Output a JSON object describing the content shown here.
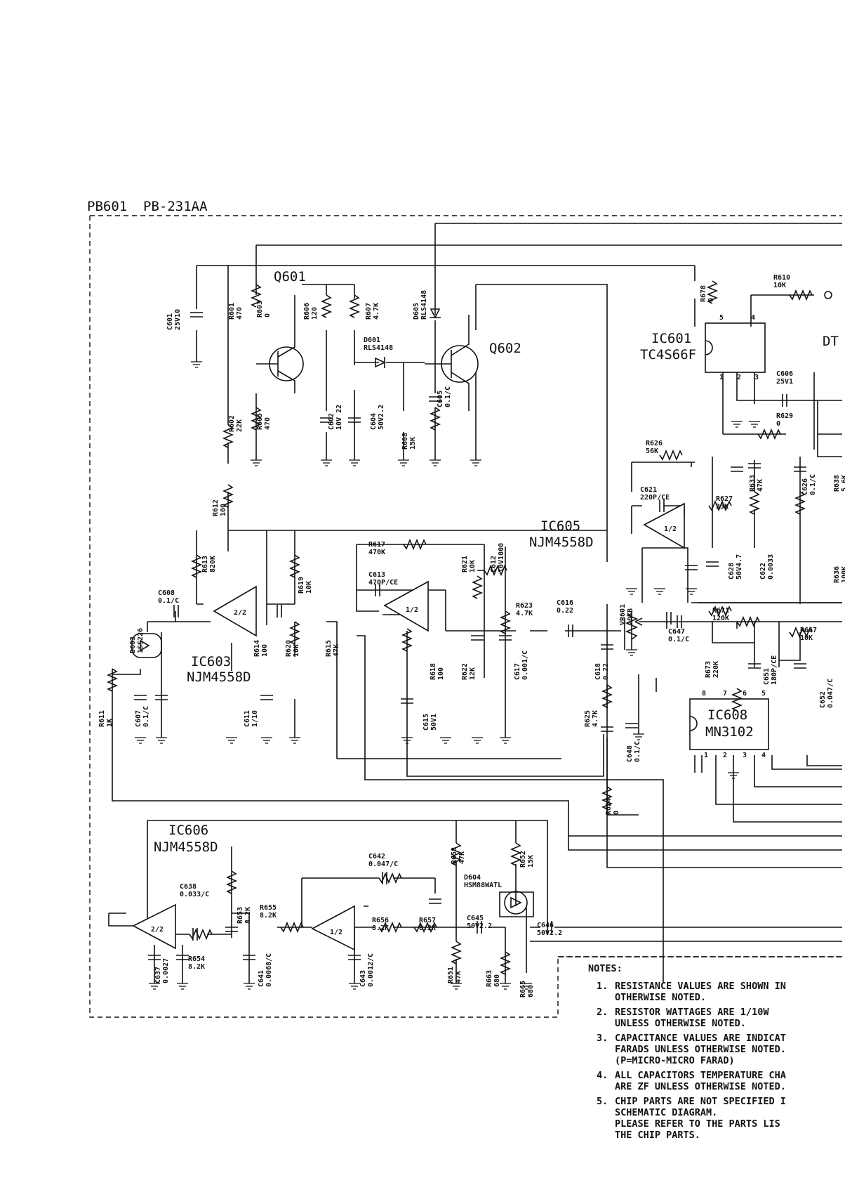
{
  "header": {
    "board": "PB601",
    "part": "PB-231AA"
  },
  "transistors": {
    "q601": "Q601",
    "q602": "Q602"
  },
  "ics": [
    {
      "ref": "IC601",
      "part": "TC4S66F",
      "label": "DT"
    },
    {
      "ref": "IC603",
      "part": "NJM4558D"
    },
    {
      "ref": "IC605",
      "part": "NJM4558D"
    },
    {
      "ref": "IC606",
      "part": "NJM4558D"
    },
    {
      "ref": "IC608",
      "part": "MN3102"
    }
  ],
  "parts": {
    "c601": [
      "C601",
      "25V10"
    ],
    "r601": [
      "R601",
      "470"
    ],
    "r603": [
      "R603",
      "0"
    ],
    "r606": [
      "R606",
      "120"
    ],
    "r607": [
      "R607",
      "4.7K"
    ],
    "d601": [
      "D601",
      "RLS4148"
    ],
    "d605": [
      "D605",
      "RLS4148"
    ],
    "r602": [
      "R602",
      "22K"
    ],
    "r605": [
      "R605",
      "470"
    ],
    "c602": [
      "C602",
      "10V 22"
    ],
    "c604": [
      "C604",
      "50V2.2"
    ],
    "r608": [
      "R608",
      "15K"
    ],
    "c605": [
      "C605",
      "0.1/C"
    ],
    "r612": [
      "R612",
      "100"
    ],
    "r617": [
      "R617",
      "470K"
    ],
    "c613": [
      "C613",
      "470P/CE"
    ],
    "r621": [
      "R621",
      "10K"
    ],
    "c612": [
      "C612",
      "10V1000"
    ],
    "r623": [
      "R623",
      "4.7K"
    ],
    "c616": [
      "C616",
      "0.22"
    ],
    "vr601": [
      "VR601",
      "20KB"
    ],
    "c608": [
      "C608",
      "0.1/C"
    ],
    "d603": [
      "D603",
      "1SS226"
    ],
    "r613": [
      "R613",
      "820K"
    ],
    "r619": [
      "R619",
      "10K"
    ],
    "r614": [
      "R614",
      "100"
    ],
    "r620": [
      "R620",
      "10K"
    ],
    "r615": [
      "R615",
      "47K"
    ],
    "r618": [
      "R618",
      "100"
    ],
    "r622": [
      "R622",
      "12K"
    ],
    "c617": [
      "C617",
      "0.001/C"
    ],
    "c618": [
      "C618",
      "0.22"
    ],
    "c615": [
      "C615",
      "50V1"
    ],
    "r611": [
      "R611",
      "1K"
    ],
    "c607": [
      "C607",
      "0.1/C"
    ],
    "c611": [
      "C611",
      "1/10"
    ],
    "r625": [
      "R625",
      "4.7K"
    ],
    "r624": [
      "R624",
      "0"
    ],
    "c648": [
      "C648",
      "0.1/C"
    ],
    "r678": [
      "R678",
      "0"
    ],
    "r610": [
      "R610",
      "10K"
    ],
    "c606": [
      "C606",
      "25V1"
    ],
    "r629": [
      "R629",
      "0"
    ],
    "r626": [
      "R626",
      "56K"
    ],
    "c621": [
      "C621",
      "220P/CE"
    ],
    "r627": [
      "R627",
      "33K"
    ],
    "r633": [
      "R633",
      "47K"
    ],
    "c626": [
      "C626",
      "0.1/C"
    ],
    "r638": [
      "R638",
      "5.6K"
    ],
    "c628": [
      "C628",
      "50V4.7"
    ],
    "c622": [
      "C622",
      "0.0033"
    ],
    "r636": [
      "R636",
      "100K"
    ],
    "r671": [
      "R671",
      "120K"
    ],
    "c647": [
      "C647",
      "0.1/C"
    ],
    "r667": [
      "R667",
      "10K"
    ],
    "r673": [
      "R673",
      "220K"
    ],
    "c651": [
      "C651",
      "180P/CE"
    ],
    "c652": [
      "C652",
      "0.047/C"
    ],
    "c638": [
      "C638",
      "0.033/C"
    ],
    "r653": [
      "R653",
      "8.2K"
    ],
    "r655": [
      "R655",
      "8.2K"
    ],
    "c642": [
      "C642",
      "0.047/C"
    ],
    "r656": [
      "R656",
      "8.2K"
    ],
    "r657": [
      "R657",
      "8.2K"
    ],
    "r658": [
      "R658",
      "47K"
    ],
    "d604": [
      "D604",
      "HSM88WATL"
    ],
    "r652": [
      "R652",
      "15K"
    ],
    "c645": [
      "C645",
      "50V2.2"
    ],
    "c646": [
      "C646",
      "50V2.2"
    ],
    "c637": [
      "C637",
      "0.0027"
    ],
    "r654": [
      "R654",
      "8.2K"
    ],
    "c641": [
      "C641",
      "0.0068/C"
    ],
    "c643": [
      "C643",
      "0.0012/C"
    ],
    "r651": [
      "R651",
      "47K"
    ],
    "r663": [
      "R663",
      "680"
    ],
    "r665": [
      "R665",
      "680"
    ]
  },
  "notes": {
    "title": "NOTES:",
    "items": [
      {
        "num": "1.",
        "lines": [
          "RESISTANCE VALUES ARE SHOWN IN",
          "OTHERWISE NOTED."
        ]
      },
      {
        "num": "2.",
        "lines": [
          "RESISTOR WATTAGES ARE   1/10W",
          "UNLESS OTHERWISE NOTED."
        ]
      },
      {
        "num": "3.",
        "lines": [
          "CAPACITANCE VALUES ARE INDICAT",
          "FARADS UNLESS OTHERWISE NOTED.",
          "(P=MICRO-MICRO FARAD)"
        ]
      },
      {
        "num": "4.",
        "lines": [
          "ALL CAPACITORS TEMPERATURE CHA",
          "ARE ZF UNLESS OTHERWISE NOTED."
        ]
      },
      {
        "num": "5.",
        "lines": [
          "CHIP PARTS ARE NOT SPECIFIED I",
          "SCHEMATIC DIAGRAM.",
          "PLEASE REFER TO THE PARTS LIS",
          "THE CHIP PARTS."
        ]
      }
    ]
  }
}
